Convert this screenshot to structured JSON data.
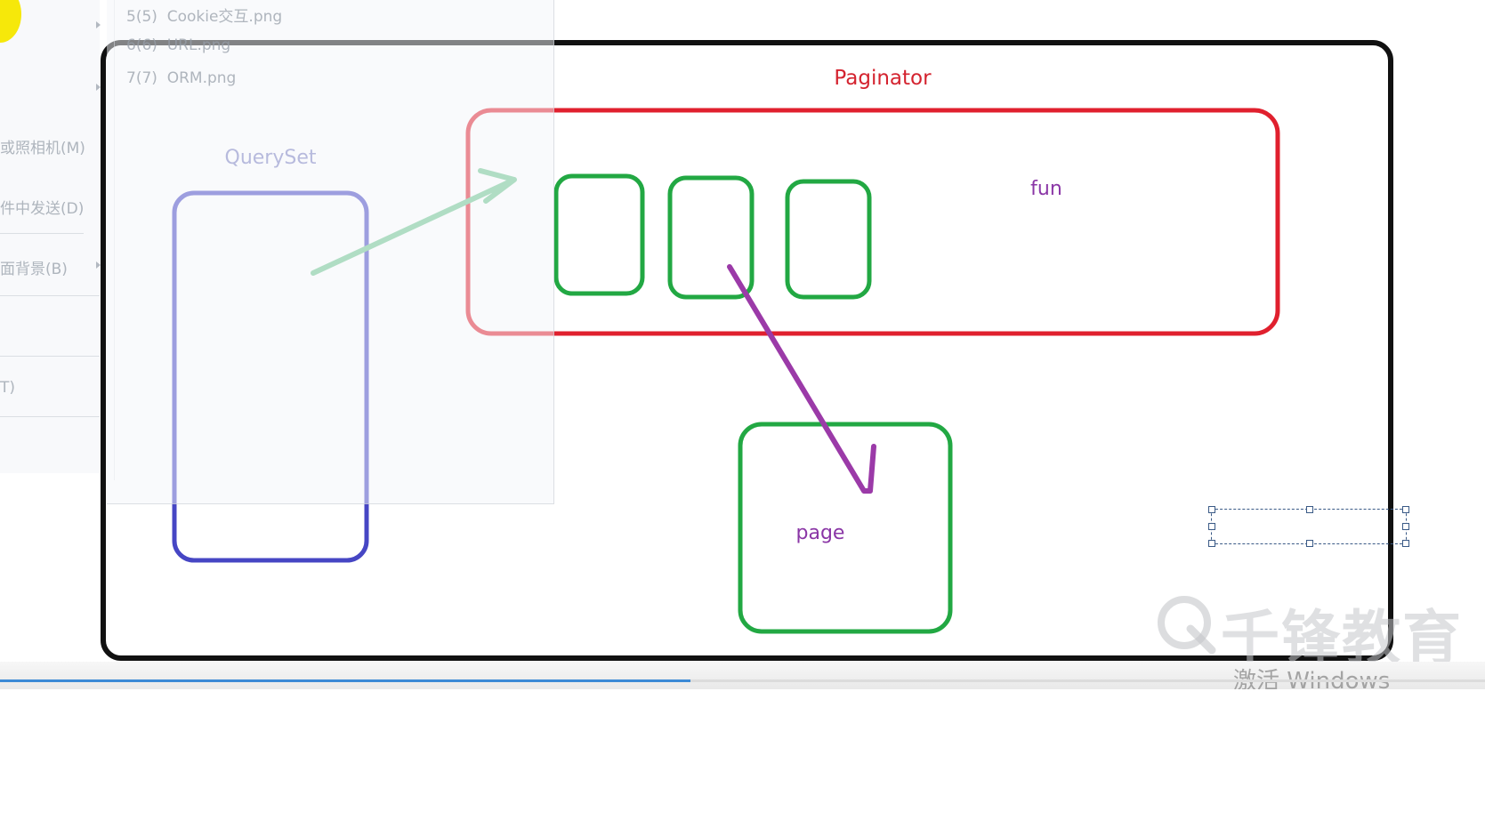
{
  "diagram": {
    "container_label": "Paginator",
    "queryset_label": "QuerySet",
    "function_label": "fun",
    "page_label": "page"
  },
  "background_menu": {
    "file_items": [
      {
        "number": "5(5)",
        "name": "Cookie交互.png"
      },
      {
        "number": "6(6)",
        "name": "URL.png"
      },
      {
        "number": "7(7)",
        "name": "ORM.png"
      }
    ],
    "left_items": [
      "或照相机(M)",
      "件中发送(D)",
      "面背景(B)",
      "T)"
    ]
  },
  "overlay": {
    "watermark": "千锋教育",
    "activate_notice": "激活 Windows"
  },
  "player": {
    "progress_fraction": 0.465
  },
  "colors": {
    "outer_frame": "#111111",
    "paginator": "#e0202e",
    "queryset": "#4646c4",
    "page_boxes": "#22a843",
    "arrow_green": "#6cc58e",
    "arrow_purple": "#9b3aa8",
    "label_red": "#d4232f",
    "label_purple": "#8a36a6",
    "label_blue": "#7a7fc0"
  }
}
